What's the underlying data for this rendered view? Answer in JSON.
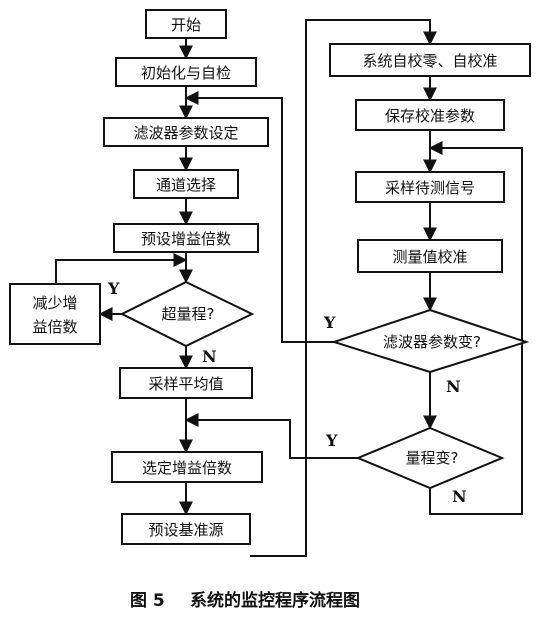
{
  "left_column": {
    "start": "开始",
    "init": "初始化与自检",
    "filter_set": "滤波器参数设定",
    "channel": "通道选择",
    "preset_gain": "预设增益倍数",
    "over_range": "超量程?",
    "reduce_gain_line1": "减少增",
    "reduce_gain_line2": "益倍数",
    "sample_avg": "采样平均值",
    "select_gain": "选定增益倍数",
    "preset_ref": "预设基准源"
  },
  "right_column": {
    "zero_cal": "系统自校零、自校准",
    "save_params": "保存校准参数",
    "sample_signal": "采样待测信号",
    "calib_value": "测量值校准",
    "filter_change": "滤波器参数变?",
    "range_change": "量程变?"
  },
  "branch_labels": {
    "over_range_yes": "Y",
    "over_range_no": "N",
    "filter_change_yes": "Y",
    "filter_change_no": "N",
    "range_change_yes": "Y",
    "range_change_no": "N"
  },
  "caption": {
    "figure_no": "图 5",
    "title": "系统的监控程序流程图"
  }
}
